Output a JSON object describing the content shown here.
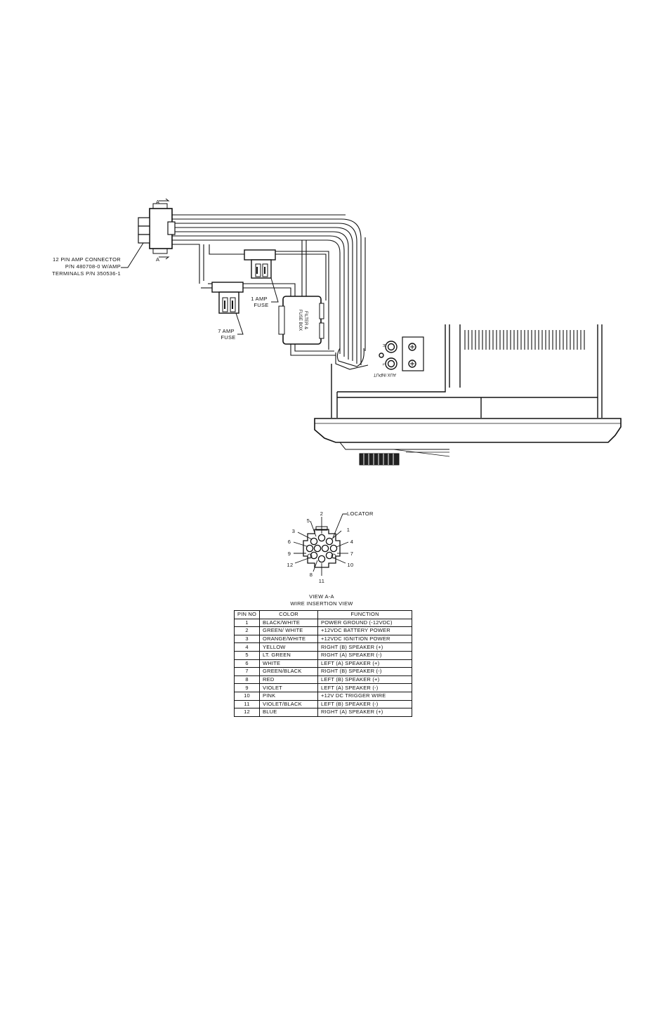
{
  "connector": {
    "label_line1": "12 PIN AMP CONNECTOR",
    "label_line2": "P/N 480708-0 W/AMP",
    "label_line3": "TERMINALS P/N 350536-1",
    "section_marker": "A"
  },
  "fuses": {
    "small": {
      "line1": "1 AMP",
      "line2": "FUSE"
    },
    "large": {
      "line1": "7 AMP",
      "line2": "FUSE"
    }
  },
  "filter_box": {
    "line1": "FILTER &",
    "line2": "FUSE BOX"
  },
  "aux": {
    "label": "AUX INPUT",
    "right": "R",
    "left": "L"
  },
  "pin_view": {
    "locator": "LOCATOR",
    "title_line1": "VIEW A-A",
    "title_line2": "WIRE INSERTION VIEW",
    "callouts": [
      "2",
      "5",
      "3",
      "6",
      "9",
      "12",
      "8",
      "11",
      "1",
      "4",
      "7",
      "10"
    ]
  },
  "table": {
    "headers": {
      "pin": "PIN NO",
      "color": "COLOR",
      "function": "FUNCTION"
    },
    "rows": [
      {
        "pin": "1",
        "color": "BLACK/WHITE",
        "function": "POWER GROUND (-12VDC)"
      },
      {
        "pin": "2",
        "color": "GREEN/ WHITE",
        "function": "+12VDC BATTERY POWER"
      },
      {
        "pin": "3",
        "color": "ORANGE/WHITE",
        "function": "+12VDC IGNITION POWER"
      },
      {
        "pin": "4",
        "color": "YELLOW",
        "function": "RIGHT (B) SPEAKER (+)"
      },
      {
        "pin": "5",
        "color": "LT. GREEN",
        "function": "RIGHT (A) SPEAKER (-)"
      },
      {
        "pin": "6",
        "color": "WHITE",
        "function": "LEFT (A) SPEAKER (+)"
      },
      {
        "pin": "7",
        "color": "GREEN/BLACK",
        "function": "RIGHT (B) SPEAKER (-)"
      },
      {
        "pin": "8",
        "color": "RED",
        "function": "LEFT (B) SPEAKER (+)"
      },
      {
        "pin": "9",
        "color": "VIOLET",
        "function": "LEFT (A) SPEAKER (-)"
      },
      {
        "pin": "10",
        "color": "PINK",
        "function": "+12V DC TRIGGER WIRE"
      },
      {
        "pin": "11",
        "color": "VIOLET/BLACK",
        "function": "LEFT (B) SPEAKER (-)"
      },
      {
        "pin": "12",
        "color": "BLUE",
        "function": "RIGHT (A) SPEAKER (+)"
      }
    ]
  }
}
